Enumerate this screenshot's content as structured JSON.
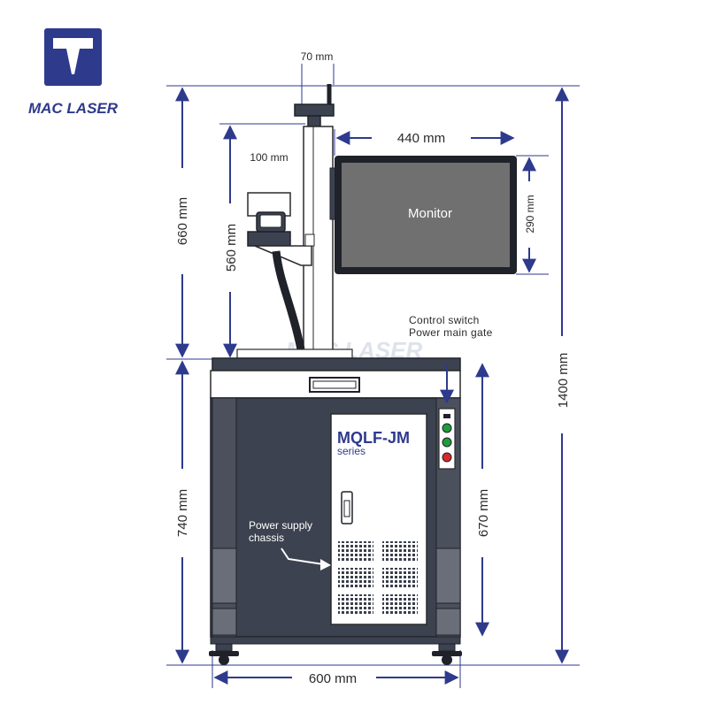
{
  "brand": {
    "name": "MAC LASER",
    "watermark": "MAC LASER",
    "color": "#2e3a8c"
  },
  "labels": {
    "monitor": "Monitor",
    "control_line1": "Control switch",
    "control_line2": "Power main gate",
    "model": "MQLF-JM",
    "series": "series",
    "psu_line1": "Power supply",
    "psu_line2": "chassis"
  },
  "dimensions": {
    "top_gap": "70 mm",
    "monitor_width": "440 mm",
    "head_width": "100 mm",
    "monitor_height": "290 mm",
    "upper_height": "660 mm",
    "column_height": "560 mm",
    "total_height": "1400 mm",
    "cabinet_height": "740 mm",
    "panel_height": "670 mm",
    "base_width": "600 mm"
  },
  "colors": {
    "dimension_line": "#2e3a8c",
    "cabinet": "#3d4250",
    "indicator_green": "#1f9c3a",
    "indicator_red": "#d8282c"
  }
}
